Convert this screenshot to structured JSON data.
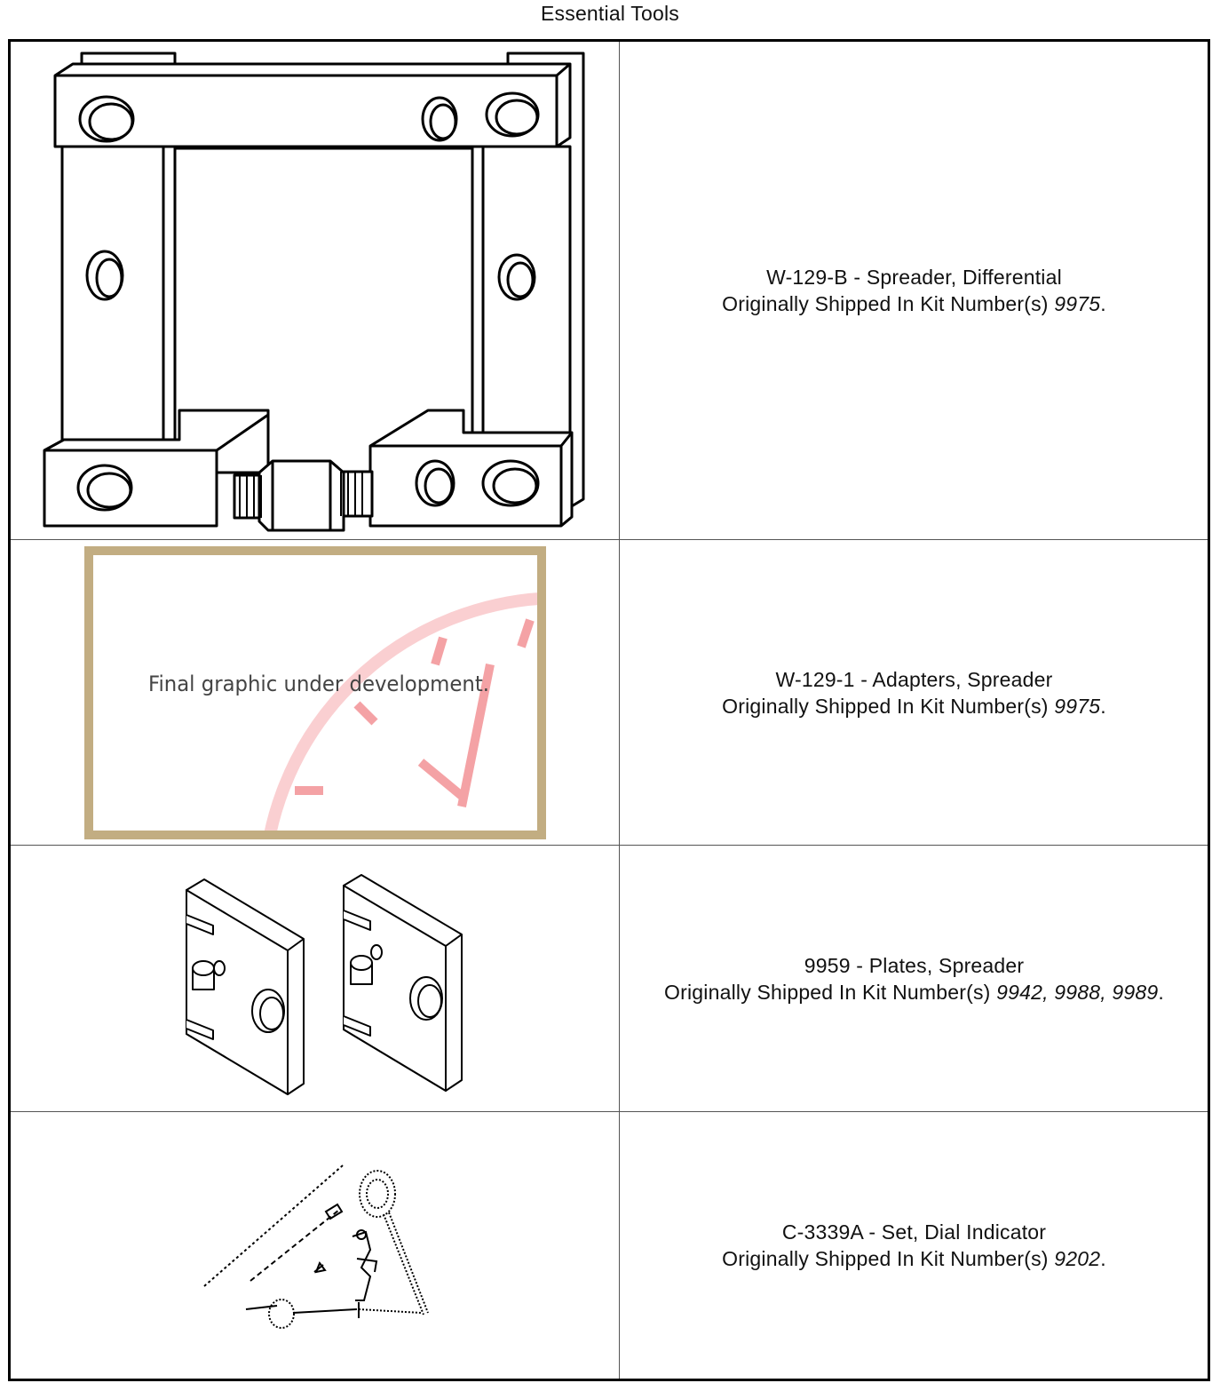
{
  "page": {
    "title": "Essential Tools"
  },
  "tools": [
    {
      "name": "W-129-B - Spreader, Differential",
      "shipped_prefix": "Originally Shipped In Kit Number(s) ",
      "kits": "9975",
      "suffix": ".",
      "image": "spreader-differential-drawing"
    },
    {
      "name": "W-129-1 - Adapters, Spreader",
      "shipped_prefix": "Originally Shipped In Kit Number(s) ",
      "kits": "9975",
      "suffix": ".",
      "image": "placeholder-graphic",
      "placeholder_text": "Final graphic under development."
    },
    {
      "name": "9959 - Plates, Spreader",
      "shipped_prefix": "Originally Shipped In Kit Number(s) ",
      "kits": "9942, 9988, 9989",
      "suffix": ".",
      "image": "spreader-plates-drawing"
    },
    {
      "name": "C-3339A - Set, Dial Indicator",
      "shipped_prefix": "Originally Shipped In Kit Number(s) ",
      "kits": "9202",
      "suffix": ".",
      "image": "dial-indicator-set-drawing"
    }
  ],
  "colors": {
    "placeholder_frame": "#c2ad82",
    "placeholder_dial": "#f28b8f"
  }
}
